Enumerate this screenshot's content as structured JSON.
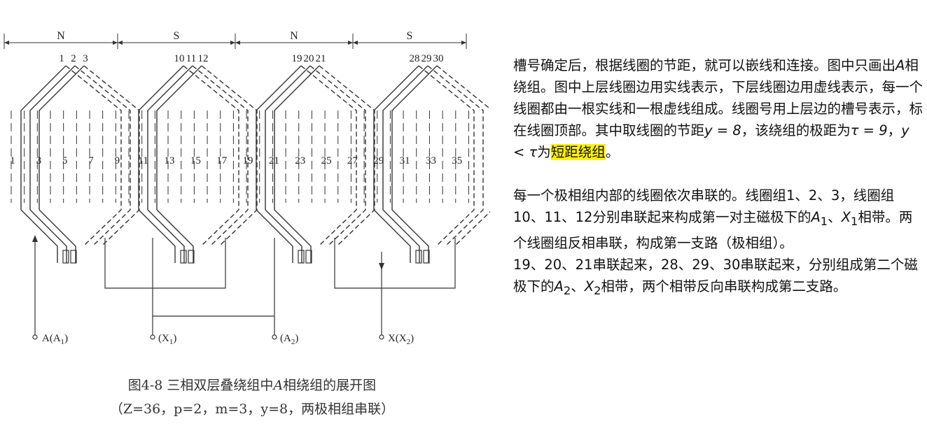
{
  "diagram": {
    "poles": [
      "N",
      "S",
      "N",
      "S"
    ],
    "slot_labels": [
      "1",
      "3",
      "5",
      "7",
      "9",
      "11",
      "13",
      "15",
      "17",
      "19",
      "21",
      "23",
      "25",
      "27",
      "29",
      "31",
      "33",
      "35"
    ],
    "group_top_labels": [
      [
        "1",
        "2",
        "3"
      ],
      [
        "10",
        "11",
        "12"
      ],
      [
        "19",
        "20",
        "21"
      ],
      [
        "28",
        "29",
        "30"
      ]
    ],
    "terminals": {
      "a1_prefix": "A(A",
      "a1_sub": "1",
      "a1_suffix": ")",
      "x1_prefix": "(X",
      "x1_sub": "1",
      "x1_suffix": ")",
      "a2_prefix": "(A",
      "a2_sub": "2",
      "a2_suffix": ")",
      "x2_prefix": "X(X",
      "x2_sub": "2",
      "x2_suffix": ")"
    },
    "line_color": "#333333"
  },
  "caption": {
    "line1_prefix": "图4-8  三相双层叠绕组中",
    "line1_italic": "A",
    "line1_suffix": "相绕组的展开图",
    "line2": "（Z=36，p=2，m=3，y=8，两极相组串联）"
  },
  "text": {
    "p1_a": "槽号确定后，根据线圈的节距，就可以嵌线和连接。图中只画出",
    "p1_A": "A",
    "p1_b": "相绕组。图中上层线圈边用实线表示，下层线圈边用虚线表示，每一个线圈都由一根实线和一根虚线组成。线圈号用上层边的槽号表示，标在线圈顶部。其中取线圈的节距",
    "p1_y1": "y = 8",
    "p1_c": "，该绕组的极距为",
    "p1_tau": "τ = 9",
    "p1_d": "，",
    "p1_ylt": "y < τ",
    "p1_e": "为",
    "p1_highlight": "短距绕组",
    "p1_f": "。",
    "p2_a": "每一个极相组内部的线圈依次串联的。线圈组1、2、3，线圈组10、11、12分别串联起来构成第一对主磁极下的",
    "p2_A": "A",
    "p2_A_sub": "1",
    "p2_sep": "、",
    "p2_X": "X",
    "p2_X_sub": "1",
    "p2_b": "相带。两个线圈组反相串联，构成第一支路（极相组）。",
    "p3_a": "19、20、21串联起来，28、29、30串联起来，分别组成第二个磁极下的",
    "p3_A": "A",
    "p3_A_sub": "2",
    "p3_sep": "、",
    "p3_X": "X",
    "p3_X_sub": "2",
    "p3_b": "相带，两个相带反向串联构成第二支路。"
  }
}
